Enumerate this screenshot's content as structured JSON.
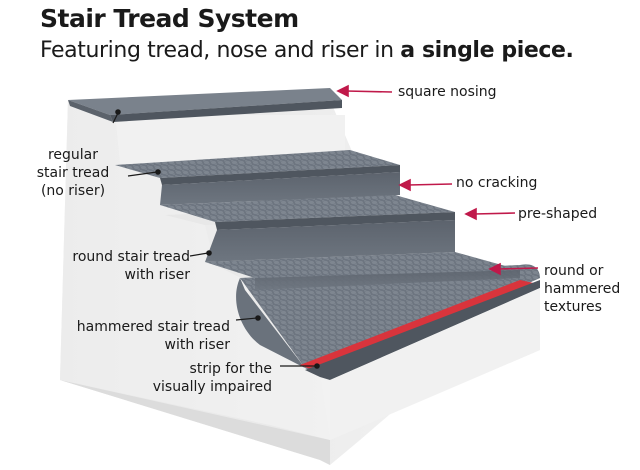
{
  "title": "Stair Tread System",
  "subtitle_prefix": "Featuring tread, nose and riser in ",
  "subtitle_bold": "a single piece.",
  "labels": {
    "square_nosing": "square nosing",
    "regular_tread": [
      "regular",
      "stair tread",
      "(no riser)"
    ],
    "no_cracking": "no cracking",
    "pre_shaped": "pre-shaped",
    "round_tread": [
      "round stair tread",
      "with riser"
    ],
    "textures": [
      "round or",
      "hammered",
      "textures"
    ],
    "hammered_tread": [
      "hammered stair tread",
      "with riser"
    ],
    "strip": [
      "strip for the",
      "visually impaired"
    ]
  },
  "colors": {
    "arrow": "#c0194a",
    "tread": "#6d7580",
    "strip": "#d9343c",
    "stair_body": "#efefef"
  }
}
